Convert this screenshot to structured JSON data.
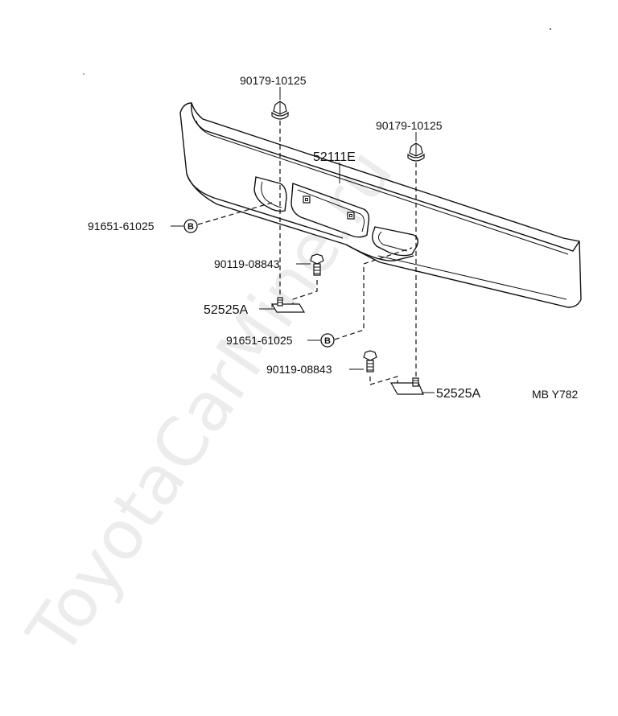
{
  "labels": {
    "nut_top_left": "90179-10125",
    "nut_top_right": "90179-10125",
    "bumper": "52111E",
    "clip_upper": "91651-61025",
    "clip_lower": "91651-61025",
    "bolt_upper": "90119-08843",
    "bolt_lower": "90119-08843",
    "bracket_left": "52525A",
    "bracket_right": "52525A",
    "ref_code": "MB Y782"
  },
  "badges": {
    "upper": "B",
    "lower": "B"
  },
  "watermark": "ToyotaCarMine.ru"
}
